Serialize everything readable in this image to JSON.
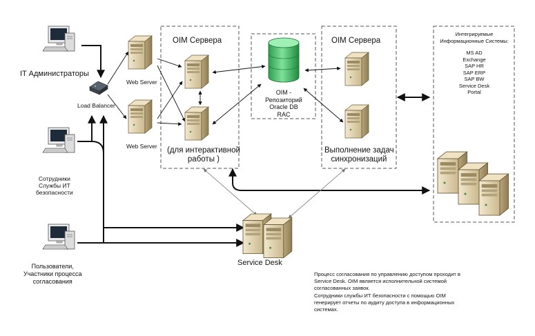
{
  "actors": {
    "admins": "IT Администраторы",
    "security_staff": [
      "Сотрудники",
      "Службы ИТ",
      "безопасности"
    ],
    "users": [
      "Пользователи,",
      "Участники процесса",
      "согласования"
    ]
  },
  "load_balancer": "Load Balancer",
  "web_servers": [
    "Web Server",
    "Web Server"
  ],
  "oim_interactive": {
    "title": "OIM Сервера",
    "caption": [
      "(для интерактивной",
      "работы )"
    ]
  },
  "repository": [
    "OIM -",
    "Репозиторий",
    "Oracle DB",
    "RAC"
  ],
  "oim_sync": {
    "title": "OIM Сервера",
    "caption": [
      "Выполнение задач",
      "синхронизаций"
    ]
  },
  "integrated_systems": {
    "title": [
      "Интегрируемые",
      "Информационные Системы:"
    ],
    "items": [
      "MS AD",
      "Exchange",
      "SAP HR",
      "SAP ERP",
      "SAP BW",
      "Service Desk",
      "Portal"
    ]
  },
  "service_desk": "Service Desk",
  "notes": [
    [
      "Процесс согласования по управлению доступом проходит в",
      "Service Desk. OIM является исполнительной системой",
      "согласованных заявок."
    ],
    [
      " Сотрудники службы ИТ безопасности с помощью OIM",
      "генерирует отчеты по аудиту доступа в информационных",
      "системах."
    ]
  ]
}
